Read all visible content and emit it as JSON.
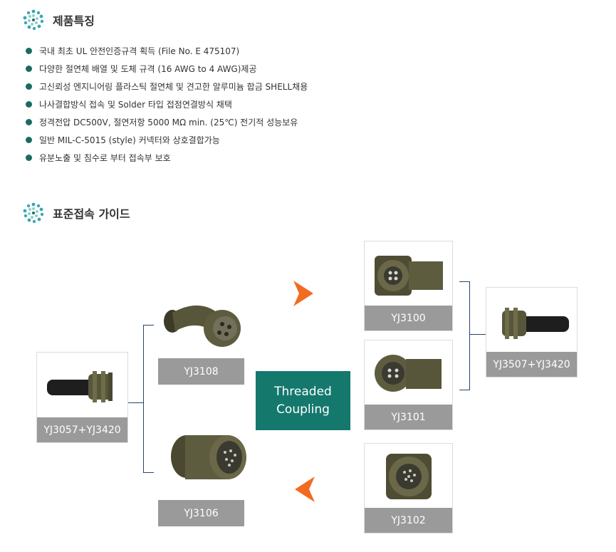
{
  "features": {
    "title": "제품특징",
    "items": [
      "국내 최초 UL 안전인증규격 획득 (File No. E 475107)",
      "다양한 절연체 배열 및 도체 규격 (16 AWG to 4 AWG)제공",
      "고신뢰성 엔지니어링 플라스틱 절연체 및 견고한 알루미늄 합금 SHELL채용",
      "나사결합방식 접속 및 Solder 타입 접점연결방식 채택",
      "정격전압 DC500V, 절연저항 5000 MΩ min. (25℃) 전기적 성능보유",
      "일반 MIL-C-5015 (style) 커넥터와 상호결합가능",
      "유분노출 및 침수로 부터 접속부 보호"
    ]
  },
  "guide": {
    "title": "표준접속 가이드",
    "center_label": "Threaded\nCoupling",
    "products": {
      "yj3057": "YJ3057+YJ3420",
      "yj3108": "YJ3108",
      "yj3106": "YJ3106",
      "yj3100": "YJ3100",
      "yj3101": "YJ3101",
      "yj3102": "YJ3102",
      "yj3507": "YJ3507+YJ3420"
    }
  },
  "colors": {
    "accent": "#14786d",
    "bullet": "#1b6b63",
    "arrow": "#f26b21",
    "label_bg": "#9a9a9a",
    "line": "#27456a"
  },
  "icons": {
    "section": "dotted-circle-icon",
    "arrow_right": "orange-arrow-right-icon",
    "arrow_left": "orange-arrow-left-icon"
  }
}
